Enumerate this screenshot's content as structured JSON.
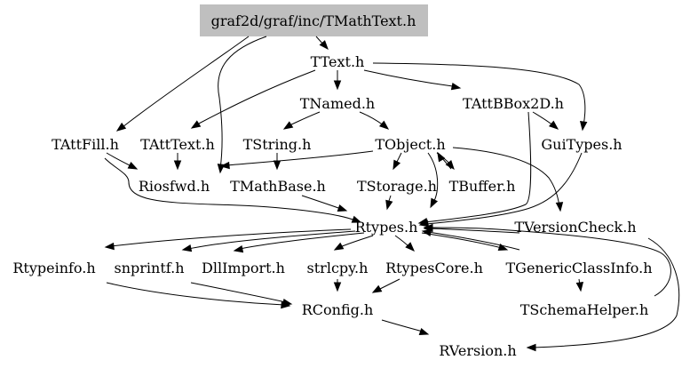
{
  "colors": {
    "root_fill": "#bfbfbf",
    "edge": "#000000",
    "text": "#000000"
  },
  "nodes": [
    {
      "id": "root",
      "label": "graf2d/graf/inc/TMathText.h",
      "highlight": true
    },
    {
      "id": "ttext",
      "label": "TText.h"
    },
    {
      "id": "tnamed",
      "label": "TNamed.h"
    },
    {
      "id": "tattbbox2d",
      "label": "TAttBBox2D.h"
    },
    {
      "id": "tattfill",
      "label": "TAttFill.h"
    },
    {
      "id": "tatttext",
      "label": "TAttText.h"
    },
    {
      "id": "tstring",
      "label": "TString.h"
    },
    {
      "id": "tobject",
      "label": "TObject.h"
    },
    {
      "id": "guitypes",
      "label": "GuiTypes.h"
    },
    {
      "id": "riosfwd",
      "label": "Riosfwd.h"
    },
    {
      "id": "tmathbase",
      "label": "TMathBase.h"
    },
    {
      "id": "tstorage",
      "label": "TStorage.h"
    },
    {
      "id": "tbuffer",
      "label": "TBuffer.h"
    },
    {
      "id": "rtypes",
      "label": "Rtypes.h"
    },
    {
      "id": "tversioncheck",
      "label": "TVersionCheck.h"
    },
    {
      "id": "rtypeinfo",
      "label": "Rtypeinfo.h"
    },
    {
      "id": "snprintf",
      "label": "snprintf.h"
    },
    {
      "id": "dllimport",
      "label": "DllImport.h"
    },
    {
      "id": "strlcpy",
      "label": "strlcpy.h"
    },
    {
      "id": "rtypescore",
      "label": "RtypesCore.h"
    },
    {
      "id": "tgenericclassinfo",
      "label": "TGenericClassInfo.h"
    },
    {
      "id": "rconfig",
      "label": "RConfig.h"
    },
    {
      "id": "tschemahelper",
      "label": "TSchemaHelper.h"
    },
    {
      "id": "rversion",
      "label": "RVersion.h"
    }
  ]
}
